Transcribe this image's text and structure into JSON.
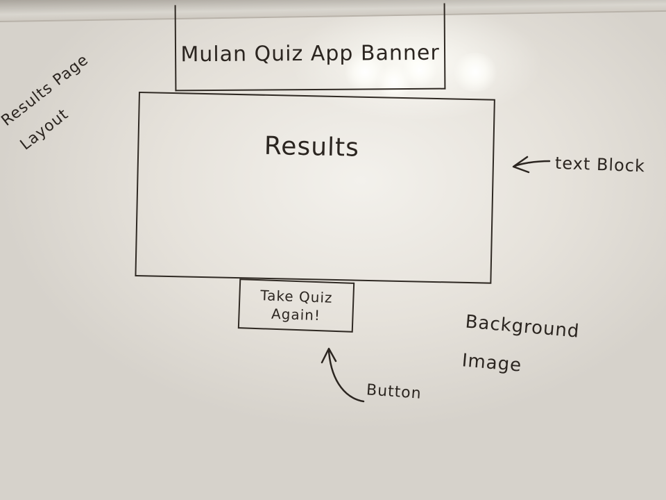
{
  "sketch": {
    "title_note": "Results Page Layout",
    "banner_label": "Mulan Quiz App Banner",
    "results_label": "Results",
    "button_label_line1": "Take Quiz",
    "button_label_line2": "Again!",
    "annotation_text_block": "text Block",
    "annotation_background": "Background Image",
    "annotation_button": "Button"
  }
}
